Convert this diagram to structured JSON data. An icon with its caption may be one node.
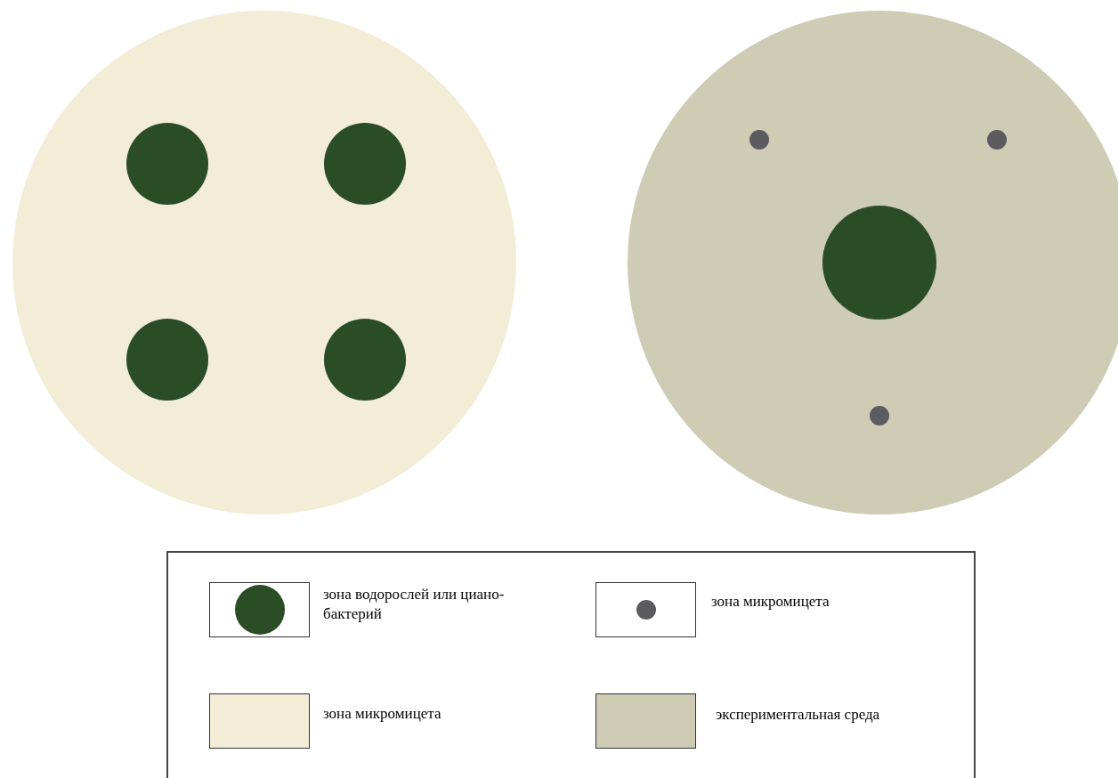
{
  "diagram": {
    "legend": [
      {
        "text": "зона водорослей или циано-бактерий"
      },
      {
        "text": "зона микромицета"
      },
      {
        "text": "зона микромицета",
        "color": "#f3ecd6"
      },
      {
        "text": "экспериментальная среда",
        "color": "#cfccb5"
      }
    ]
  }
}
